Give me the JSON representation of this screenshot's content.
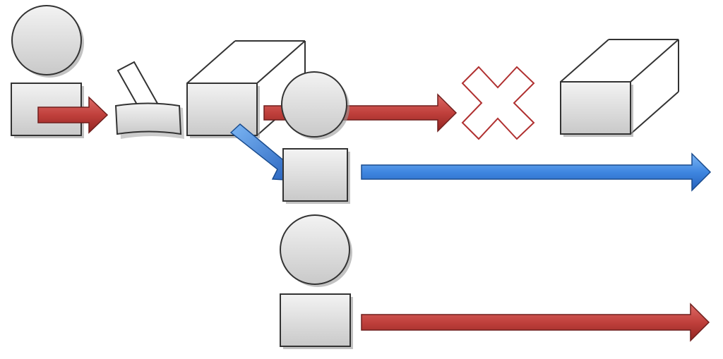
{
  "colors": {
    "background": "#ffffff",
    "shape_fill_top": "#f2f2f2",
    "shape_fill_bottom": "#c8c8c8",
    "stroke": "#333333",
    "shadow": "#9a9a9a",
    "red_arrow_top": "#d9605c",
    "red_arrow_bottom": "#9e2a27",
    "red_stroke": "#6e1f1d",
    "blue_arrow_top": "#6aaaf0",
    "blue_arrow_bottom": "#2a6fd0",
    "blue_stroke": "#1a4c8e",
    "cross_stroke": "#b03030"
  },
  "figures": {
    "person_left": {
      "icon": "person-icon"
    },
    "person_center": {
      "icon": "person-icon"
    },
    "person_bottom": {
      "icon": "person-icon"
    }
  },
  "objects": {
    "stamp": {
      "icon": "stamp-icon"
    },
    "box_open": {
      "icon": "open-box-icon"
    },
    "box_right": {
      "icon": "open-box-icon"
    },
    "cross": {
      "icon": "cross-icon"
    }
  },
  "arrows": {
    "left_red": {
      "icon": "arrow-right-icon",
      "color": "red"
    },
    "mid_red": {
      "icon": "arrow-right-icon",
      "color": "red"
    },
    "diag_blue": {
      "icon": "arrow-diagonal-icon",
      "color": "blue"
    },
    "long_blue": {
      "icon": "arrow-right-icon",
      "color": "blue"
    },
    "long_red": {
      "icon": "arrow-right-icon",
      "color": "red"
    }
  }
}
